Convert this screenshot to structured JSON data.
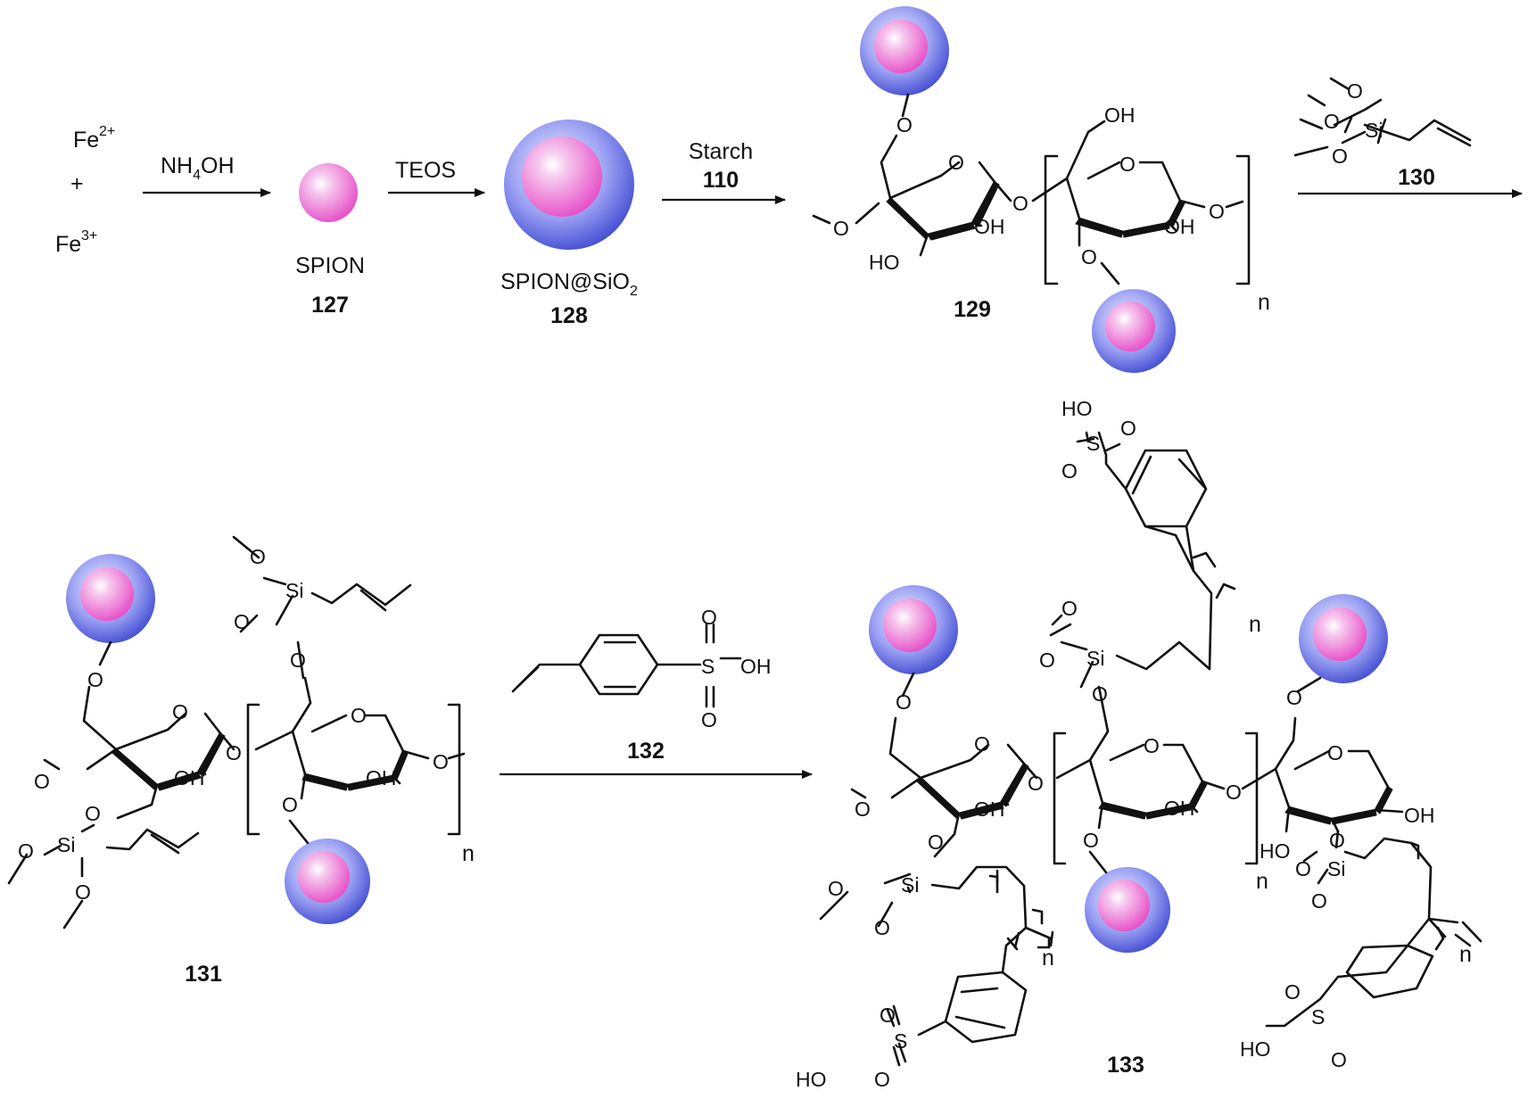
{
  "reactants": {
    "fe2": "Fe",
    "fe2_charge": "2+",
    "plus": "+",
    "fe3": "Fe",
    "fe3_charge": "3+"
  },
  "step1": {
    "reagent_pre": "NH",
    "reagent_sub": "4",
    "reagent_post": "OH"
  },
  "cmpd127": {
    "name": "SPION",
    "number": "127"
  },
  "step2": {
    "reagent": "TEOS"
  },
  "cmpd128": {
    "name_pre": "SPION@SiO",
    "name_sub": "2",
    "number": "128"
  },
  "step3": {
    "reagent": "Starch",
    "reagent_number": "110"
  },
  "cmpd129": {
    "number": "129"
  },
  "cmpd130": {
    "number": "130"
  },
  "cmpd131": {
    "number": "131"
  },
  "cmpd132": {
    "number": "132"
  },
  "cmpd133": {
    "number": "133"
  },
  "atoms": {
    "O": "O",
    "OH": "OH",
    "HO": "HO",
    "Si": "Si",
    "S": "S",
    "n": "n"
  },
  "colors": {
    "particle_core": "#e64bc6",
    "particle_shell": "#4b56d8",
    "particle_highlight": "#ffffff"
  }
}
